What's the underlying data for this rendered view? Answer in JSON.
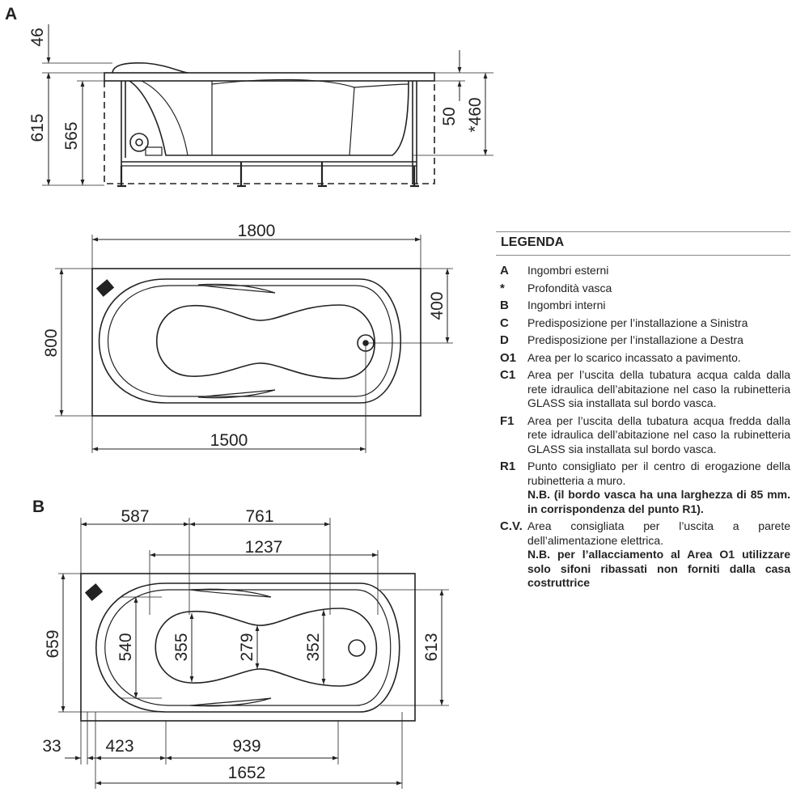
{
  "views": {
    "a_label": "A",
    "b_label": "B"
  },
  "dims_a": {
    "d46": "46",
    "d615": "615",
    "d565": "565",
    "d50": "50",
    "d460": "*460",
    "d1800": "1800",
    "d800": "800",
    "d400": "400",
    "d1500": "1500"
  },
  "dims_b": {
    "d587": "587",
    "d761": "761",
    "d1237": "1237",
    "d659": "659",
    "d540": "540",
    "d355": "355",
    "d279": "279",
    "d352": "352",
    "d613": "613",
    "d33": "33",
    "d423": "423",
    "d939": "939",
    "d1652": "1652"
  },
  "legend": {
    "title": "LEGENDA",
    "items": [
      {
        "code": "A",
        "text": "Ingombri esterni"
      },
      {
        "code": "*",
        "text": "Profondità vasca"
      },
      {
        "code": "B",
        "text": "Ingombri interni"
      },
      {
        "code": "C",
        "text": "Predisposizione per l’installazione a Sinistra"
      },
      {
        "code": "D",
        "text": "Predisposizione per l’installazione a Destra"
      },
      {
        "code": "O1",
        "text": "Area per lo scarico incassato a pavimento."
      },
      {
        "code": "C1",
        "text": "Area per l’uscita della tubatura acqua calda dalla rete idraulica dell’abitazione nel caso la rubinetteria GLASS sia installata sul bordo vasca."
      },
      {
        "code": "F1",
        "text": "Area per l’uscita della tubatura acqua fredda dalla rete idraulica dell’abitazione nel caso la rubinetteria GLASS sia installata sul bordo vasca."
      },
      {
        "code": "R1",
        "text": "Punto consigliato per il centro di erogazione della rubinetteria a muro.",
        "note": "N.B. (il bordo vasca ha una larghezza di 85 mm. in corrispondenza del punto R1)."
      },
      {
        "code": "C.V.",
        "text": "Area consigliata per l’uscita a parete dell’alimentazione elettrica.",
        "note": "N.B. per l’allacciamento al Area O1 utilizzare solo sifoni ribassati non forniti dalla casa costruttrice"
      }
    ]
  }
}
